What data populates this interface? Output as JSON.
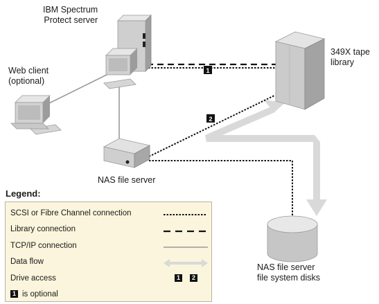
{
  "labels": {
    "server": [
      "IBM Spectrum",
      "Protect server"
    ],
    "web_client": [
      "Web client",
      "(optional)"
    ],
    "tape_library": [
      "349X tape",
      "library"
    ],
    "nas_server": "NAS file server",
    "nas_disks": [
      "NAS file server",
      "file system disks"
    ]
  },
  "badges": {
    "library": "1",
    "drive": "2"
  },
  "legend": {
    "title": "Legend:",
    "items": [
      "SCSI or Fibre Channel connection",
      "Library connection",
      "TCP/IP connection",
      "Data flow",
      "Drive access"
    ],
    "optional_note": "is optional",
    "drive_badges": [
      "1",
      "2"
    ],
    "optional_badge": "1"
  }
}
